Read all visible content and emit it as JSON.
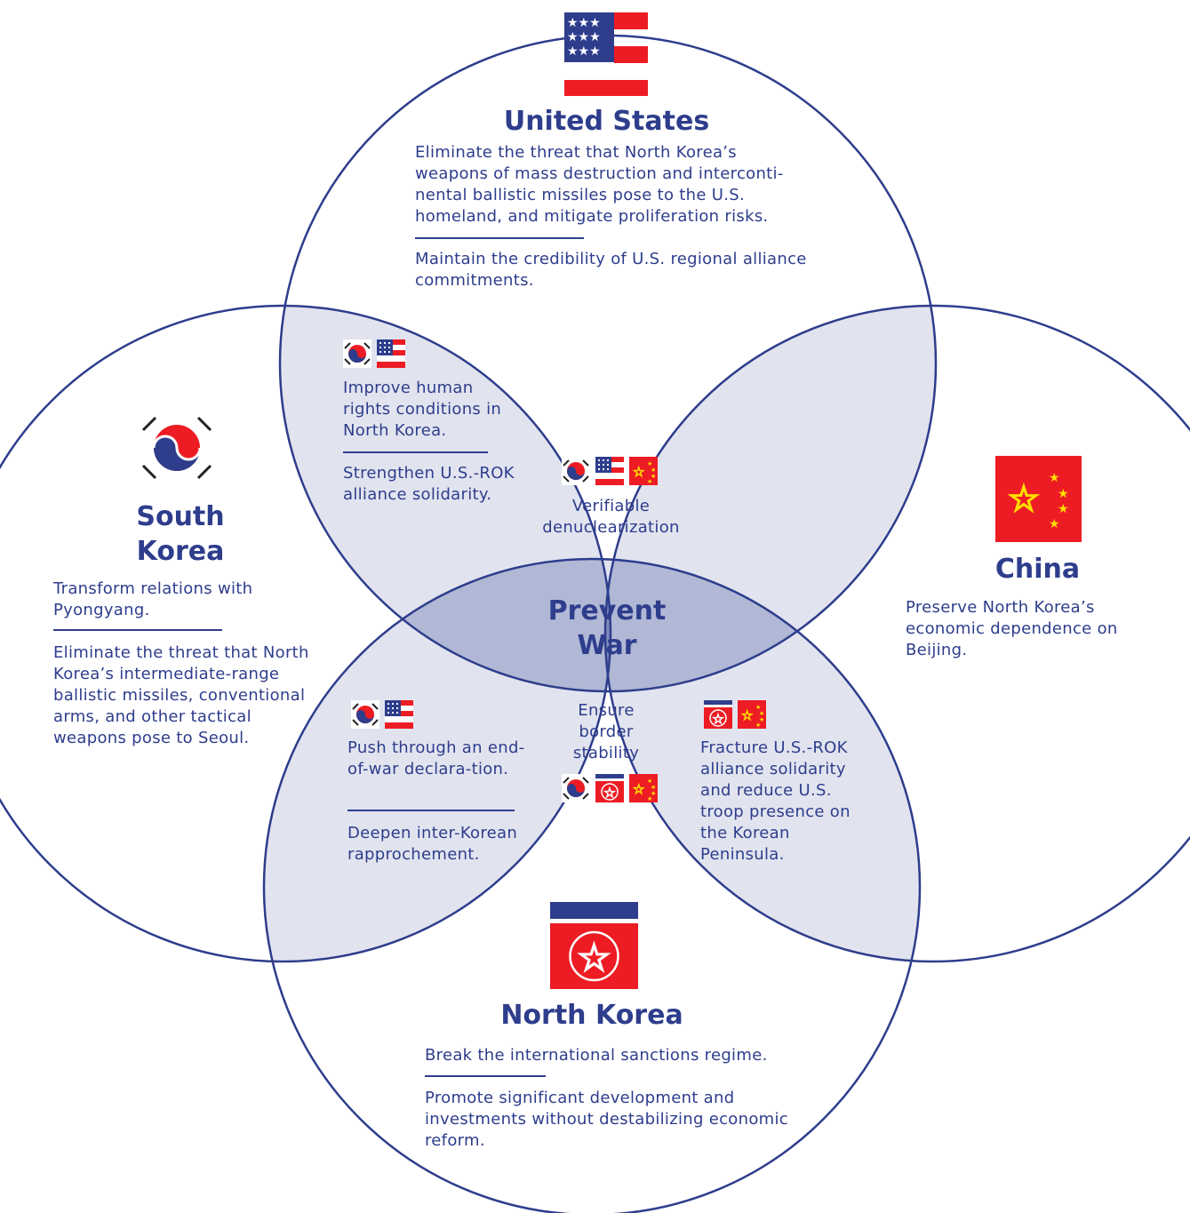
{
  "colors": {
    "navy": "#2e3d8c",
    "red": "#ed1c24",
    "overlap_fill": "#2e3d8c",
    "star_yellow": "#ffde00"
  },
  "countries": {
    "us": {
      "name": "United States",
      "goals": [
        "Eliminate the threat that North Korea’s weapons of mass destruction and interconti-nental ballistic missiles pose to the U.S. homeland, and mitigate proliferation risks.",
        "Maintain the credibility of U.S. regional alliance commitments."
      ]
    },
    "sk": {
      "name": "South Korea",
      "goals": [
        "Transform relations with Pyongyang.",
        "Eliminate the threat that North Korea’s intermediate-range ballistic missiles, conventional arms, and other tactical weapons pose to Seoul."
      ]
    },
    "china": {
      "name": "China",
      "goals": [
        "Preserve North Korea’s economic dependence on Beijing."
      ]
    },
    "nk": {
      "name": "North Korea",
      "goals": [
        "Break the international sanctions regime.",
        "Promote significant development and investments without destabilizing economic reform."
      ]
    }
  },
  "overlaps": {
    "sk_us": {
      "flags": [
        "south-korea",
        "united-states"
      ],
      "goals": [
        "Improve human rights conditions in North Korea.",
        "Strengthen U.S.-ROK alliance solidarity."
      ]
    },
    "sk_us_china": {
      "flags": [
        "south-korea",
        "united-states",
        "china"
      ],
      "goals": [
        "Verifiable denuclearization"
      ]
    },
    "center": {
      "goals": [
        "Prevent War"
      ]
    },
    "sk_nk_china": {
      "flags": [
        "south-korea",
        "north-korea",
        "china"
      ],
      "goals": [
        "Ensure border stability"
      ]
    },
    "sk_us_lower": {
      "flags": [
        "south-korea",
        "united-states"
      ],
      "goals": [
        "Push through an end-of-war declara-tion.",
        "Deepen inter-Korean rapprochement."
      ]
    },
    "nk_china": {
      "flags": [
        "north-korea",
        "china"
      ],
      "goals": [
        "Fracture U.S.-ROK alliance solidarity and reduce U.S. troop presence on the Korean Peninsula."
      ]
    }
  }
}
